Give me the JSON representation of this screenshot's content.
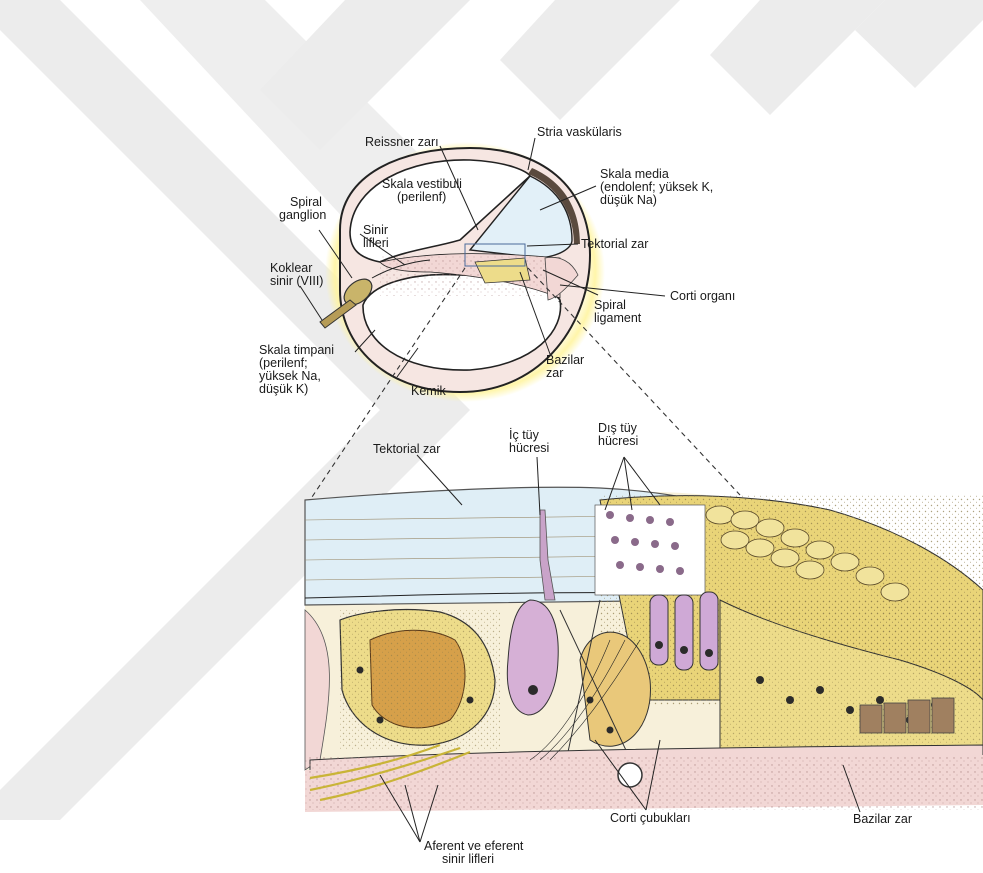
{
  "colors": {
    "watermark": "#ebebeb",
    "halo": "#fff3a8",
    "tissue_pink": "#f2d7d5",
    "tissue_yellow": "#eddc8a",
    "endolymph_blue": "#e3f1f8",
    "hair_cell_violet": "#cfa9d6",
    "nucleus": "#2b2b2b"
  },
  "top_labels": {
    "reissner": "Reissner zarı",
    "stria": "Stria vaskülaris",
    "skala_media": [
      "Skala media",
      "(endolenf; yüksek K,",
      "düşük Na)"
    ],
    "skala_vestibuli": [
      "Skala vestibuli",
      "(perilenf)"
    ],
    "spiral_ganglion": [
      "Spiral",
      "ganglion"
    ],
    "sinir_lifleri": [
      "Sinir",
      "lifleri"
    ],
    "tektorial_zar": "Tektorial zar",
    "koklear_sinir": [
      "Koklear",
      "sinir (VIII)"
    ],
    "corti_organi": "Corti organı",
    "spiral_ligament": [
      "Spiral",
      "ligament"
    ],
    "skala_timpani": [
      "Skala timpani",
      "(perilenf;",
      "yüksek Na,",
      "düşük K)"
    ],
    "bazilar_zar": [
      "Bazilar",
      "zar"
    ],
    "kemik": "Kemik"
  },
  "bottom_labels": {
    "tektorial_zar": "Tektorial zar",
    "ic_tuy_hucresi": [
      "İç tüy",
      "hücresi"
    ],
    "dis_tuy_hucresi": [
      "Dış tüy",
      "hücresi"
    ],
    "bazilar_zar": "Bazilar zar",
    "corti_cubuklari": "Corti çubukları",
    "afferent": [
      "Aferent ve eferent",
      "sinir lifleri"
    ]
  },
  "icons": [
    "watermark-chevron",
    "cochlea-cross-section",
    "organ-of-corti-detail"
  ]
}
